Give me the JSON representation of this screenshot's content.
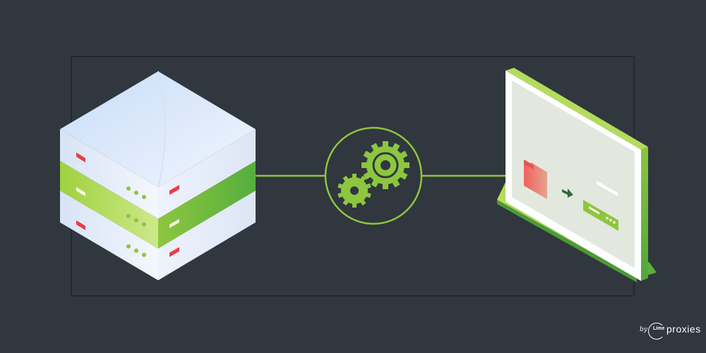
{
  "branding": {
    "prefix": "by",
    "logo_word": "Lime",
    "name": "proxies"
  },
  "icons": {
    "server": "server-stack-icon",
    "gears": "gears-icon",
    "monitor": "monitor-icon",
    "folder": "folder-icon",
    "arrow": "arrow-right-icon"
  },
  "colors": {
    "background": "#30373e",
    "frame_line": "#23292f",
    "accent_green": "#8dc63f",
    "accent_green_dark": "#5aad3c",
    "alert_red": "#ee3a4a",
    "screen": "#e3e8df"
  }
}
